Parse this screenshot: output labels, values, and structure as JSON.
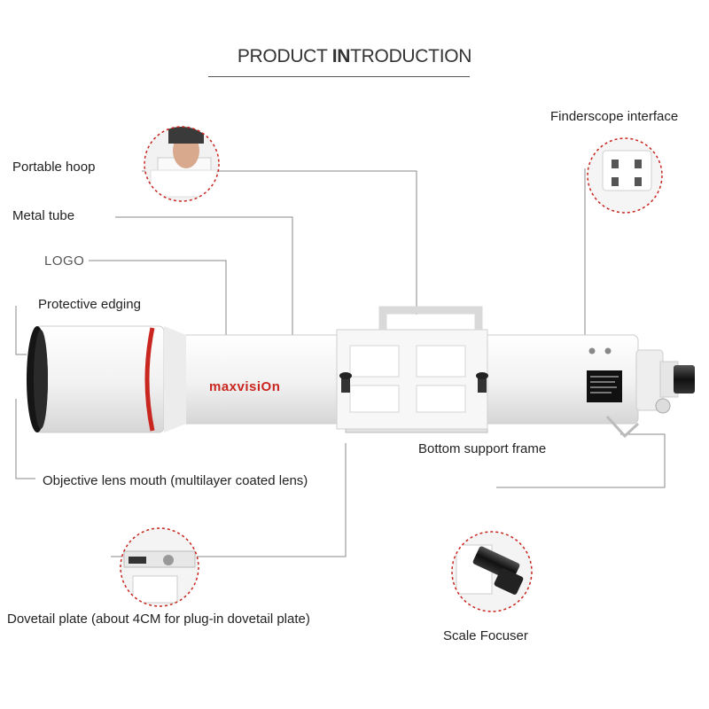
{
  "title": {
    "prefix": "PRODUCT ",
    "bold": "IN",
    "suffix": "TRODUCTION"
  },
  "brand": "maxvisiOn",
  "labels": {
    "portable_hoop": "Portable hoop",
    "metal_tube": "Metal tube",
    "logo": "LOGO",
    "protective_edging": "Protective edging",
    "objective_lens": "Objective lens mouth (multilayer coated lens)",
    "dovetail_plate": "Dovetail plate (about 4CM for plug-in dovetail plate)",
    "finderscope_interface": "Finderscope interface",
    "bottom_support_frame": "Bottom support frame",
    "scale_focuser": "Scale Focuser"
  },
  "colors": {
    "accent": "#c8261f",
    "tube": "#f4f4f4",
    "leader_line": "#888888"
  }
}
